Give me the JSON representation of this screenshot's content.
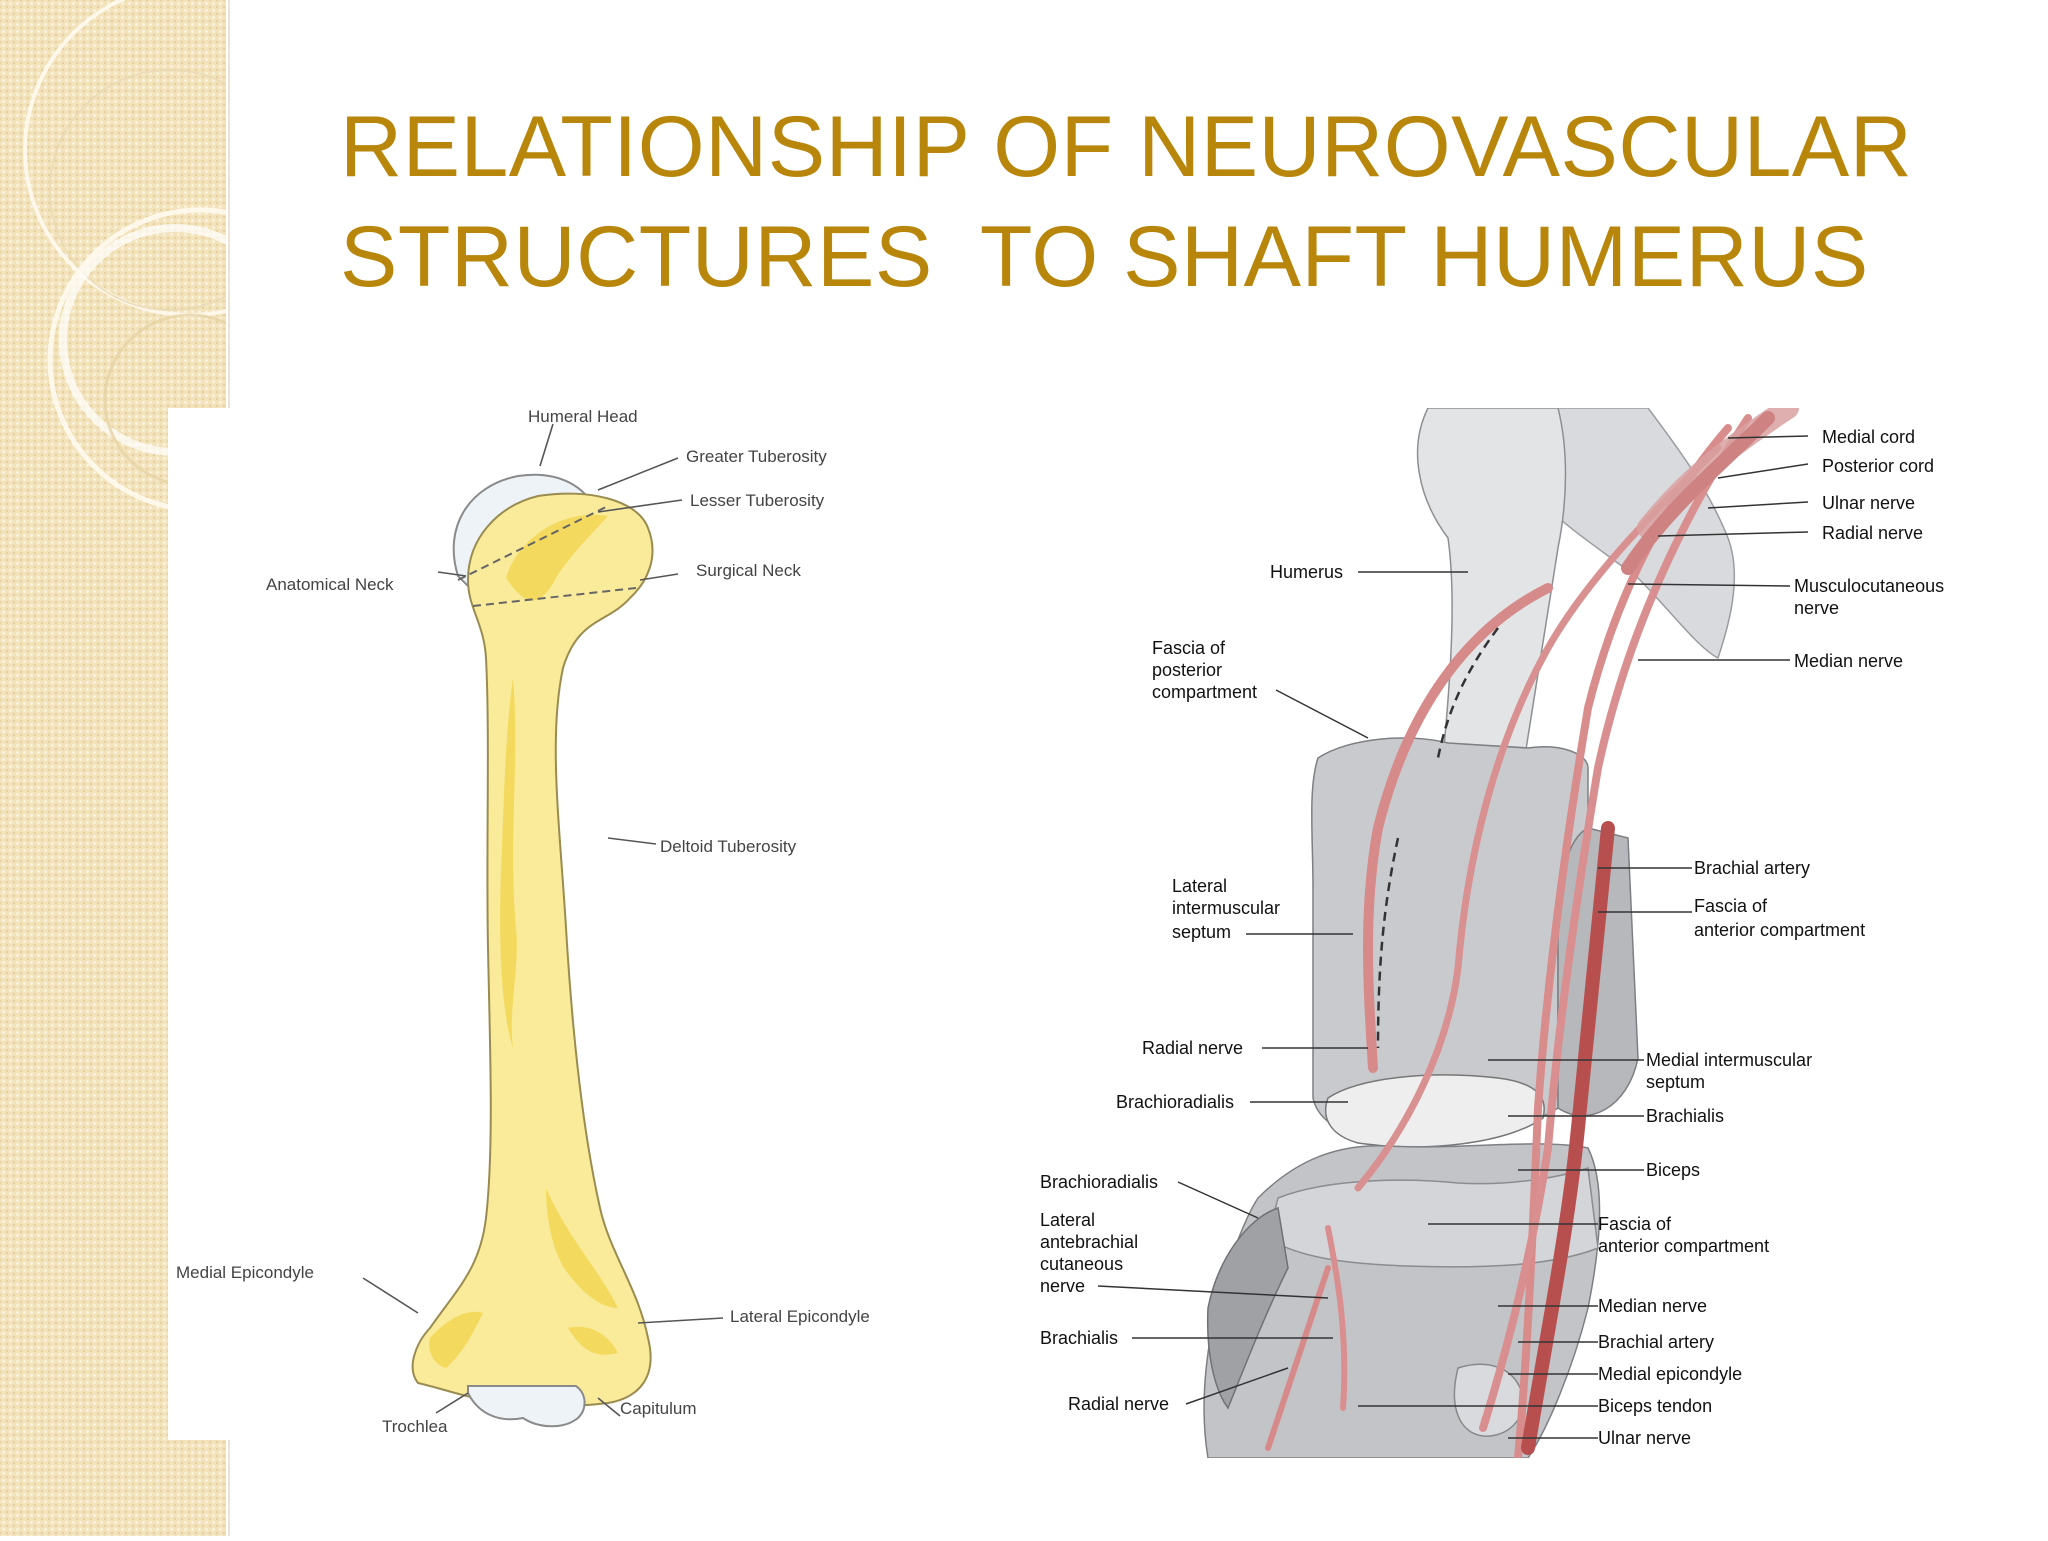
{
  "slide": {
    "title_lines": [
      "RELATIONSHIP OF NEUROVASCULAR",
      "STRUCTURES  TO SHAFT HUMERUS"
    ]
  },
  "colors": {
    "title": "#b8860b",
    "sidebar": "#f3e3bb",
    "bone_yellow": "#f7e37a",
    "nerve": "#d78a8a",
    "artery": "#b84f4f"
  },
  "figure_left": {
    "labels": {
      "humeral_head": "Humeral Head",
      "greater_tuberosity": "Greater Tuberosity",
      "lesser_tuberosity": "Lesser Tuberosity",
      "surgical_neck": "Surgical Neck",
      "anatomical_neck": "Anatomical Neck",
      "deltoid_tuberosity": "Deltoid Tuberosity",
      "medial_epicondyle": "Medial Epicondyle",
      "lateral_epicondyle": "Lateral Epicondyle",
      "trochlea": "Trochlea",
      "capitulum": "Capitulum"
    }
  },
  "figure_right": {
    "labels": {
      "medial_cord": "Medial cord",
      "posterior_cord": "Posterior cord",
      "ulnar_nerve_top": "Ulnar nerve",
      "radial_nerve_top": "Radial nerve",
      "musculocutaneous_1": "Musculocutaneous",
      "musculocutaneous_2": "nerve",
      "median_nerve_top": "Median nerve",
      "humerus": "Humerus",
      "fascia_posterior_1": "Fascia of",
      "fascia_posterior_2": "posterior",
      "fascia_posterior_3": "compartment",
      "brachial_artery_top": "Brachial artery",
      "fascia_anterior_top_1": "Fascia of",
      "fascia_anterior_top_2": "anterior compartment",
      "lateral_septum_1": "Lateral",
      "lateral_septum_2": "intermuscular",
      "lateral_septum_3": "septum",
      "radial_nerve_mid": "Radial nerve",
      "medial_septum_1": "Medial intermuscular",
      "medial_septum_2": "septum",
      "brachioradialis_mid": "Brachioradialis",
      "brachialis_right": "Brachialis",
      "biceps": "Biceps",
      "brachioradialis_low": "Brachioradialis",
      "fascia_anterior_low_1": "Fascia of",
      "fascia_anterior_low_2": "anterior compartment",
      "lat_antebrachial_1": "Lateral",
      "lat_antebrachial_2": "antebrachial",
      "lat_antebrachial_3": "cutaneous",
      "lat_antebrachial_4": "nerve",
      "median_nerve_low": "Median nerve",
      "brachialis_left": "Brachialis",
      "brachial_artery_low": "Brachial artery",
      "medial_epicondyle": "Medial epicondyle",
      "radial_nerve_low": "Radial nerve",
      "biceps_tendon": "Biceps tendon",
      "ulnar_nerve_low": "Ulnar nerve"
    }
  }
}
